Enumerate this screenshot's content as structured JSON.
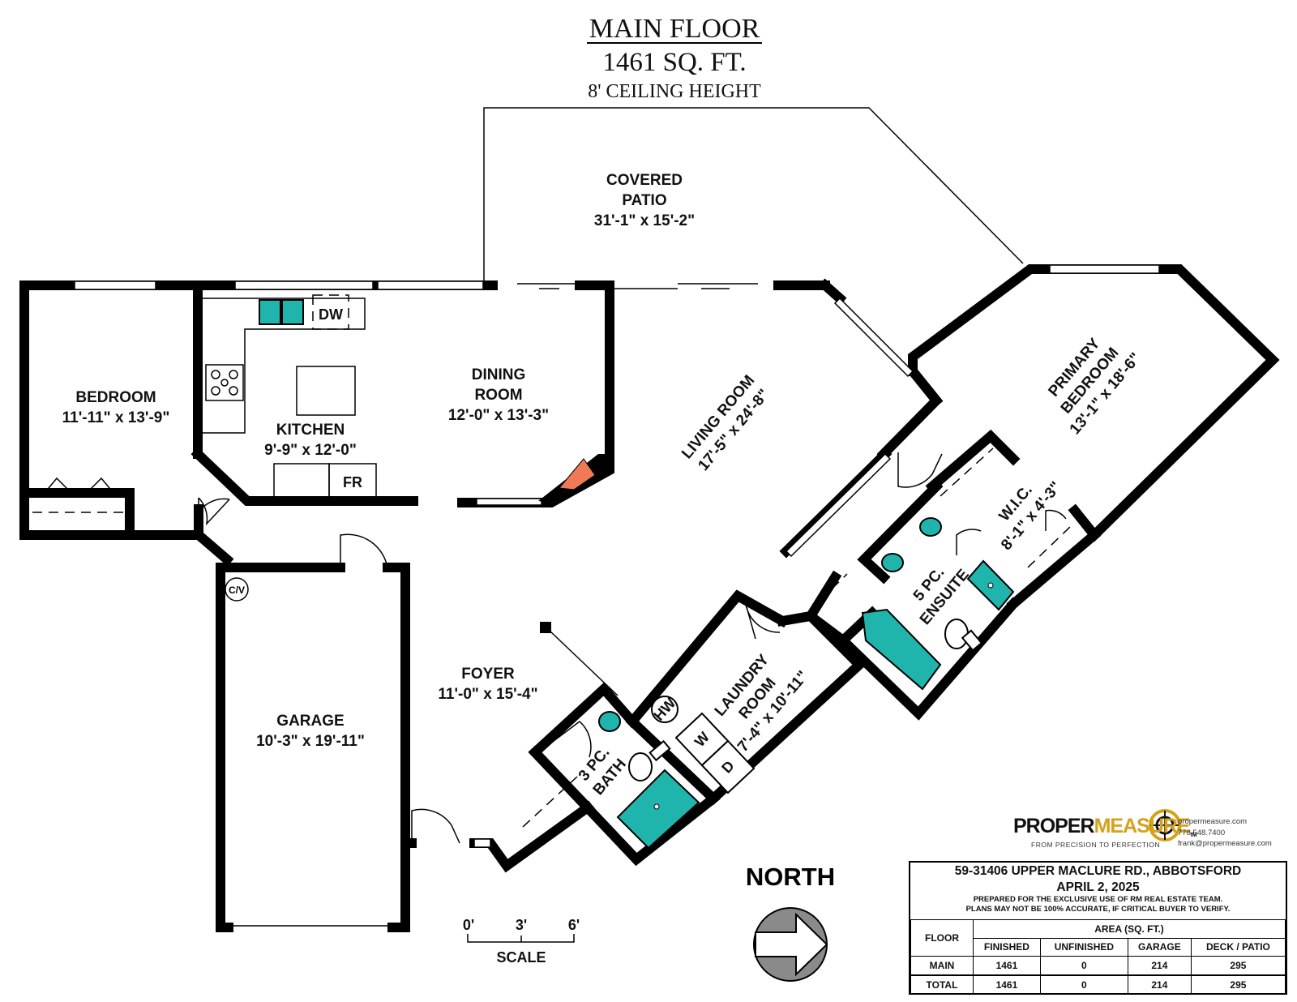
{
  "title": {
    "line1": "MAIN FLOOR",
    "line2": "1461 SQ. FT.",
    "line3": "8' CEILING HEIGHT"
  },
  "rooms": {
    "covered_patio": {
      "name1": "COVERED",
      "name2": "PATIO",
      "size": "31'-1\" x 15'-2\""
    },
    "bedroom": {
      "name": "BEDROOM",
      "size": "11'-11\" x 13'-9\""
    },
    "kitchen": {
      "name": "KITCHEN",
      "size": "9'-9\" x 12'-0\""
    },
    "dining": {
      "name1": "DINING",
      "name2": "ROOM",
      "size": "12'-0\" x 13'-3\""
    },
    "living": {
      "name": "LIVING ROOM",
      "size": "17'-5\" x 24'-8\""
    },
    "primary": {
      "name1": "PRIMARY",
      "name2": "BEDROOM",
      "size": "13'-1\" x 18'-6\""
    },
    "wic": {
      "name": "W.I.C.",
      "size": "8'-1\" x 4'-3\""
    },
    "ensuite": {
      "name1": "5 PC.",
      "name2": "ENSUITE"
    },
    "laundry": {
      "name1": "LAUNDRY",
      "name2": "ROOM",
      "size": "7'-4\" x 10'-11\""
    },
    "foyer": {
      "name": "FOYER",
      "size": "11'-0\" x 15'-4\""
    },
    "bath3": {
      "name1": "3 PC.",
      "name2": "BATH"
    },
    "garage": {
      "name": "GARAGE",
      "size": "10'-3\" x 19'-11\""
    }
  },
  "fixtures": {
    "dw": "DW",
    "fr": "FR",
    "cv": "C/V",
    "hw": "HW",
    "w": "W",
    "d": "D"
  },
  "scale": {
    "t0": "0'",
    "t1": "3'",
    "t2": "6'",
    "label": "SCALE"
  },
  "north": "NORTH",
  "logo": {
    "brand_a": "PROPER",
    "brand_b": "MEASURE",
    "tm": "TM",
    "tagline": "FROM PRECISION TO PERFECTION",
    "web": "propermeasure.com",
    "phone": "778.548.7400",
    "email": "frank@propermeasure.com"
  },
  "info": {
    "address": "59-31406 UPPER MACLURE RD., ABBOTSFORD",
    "date": "APRIL 2, 2025",
    "note1": "PREPARED FOR THE EXCLUSIVE USE OF RM REAL ESTATE TEAM.",
    "note2": "PLANS MAY NOT BE 100% ACCURATE, IF CRITICAL BUYER TO VERIFY.",
    "floor_header": "FLOOR",
    "area_header": "AREA (SQ. FT.)",
    "columns": [
      "FINISHED",
      "UNFINISHED",
      "GARAGE",
      "DECK / PATIO"
    ],
    "main": {
      "floor": "MAIN",
      "values": [
        "1461",
        "0",
        "214",
        "295"
      ]
    },
    "total": {
      "floor": "TOTAL",
      "values": [
        "1461",
        "0",
        "214",
        "295"
      ]
    }
  },
  "colors": {
    "fixture": "#1fb5ad",
    "fireplace": "#f07a55",
    "logo_gold": "#d4a21a"
  }
}
